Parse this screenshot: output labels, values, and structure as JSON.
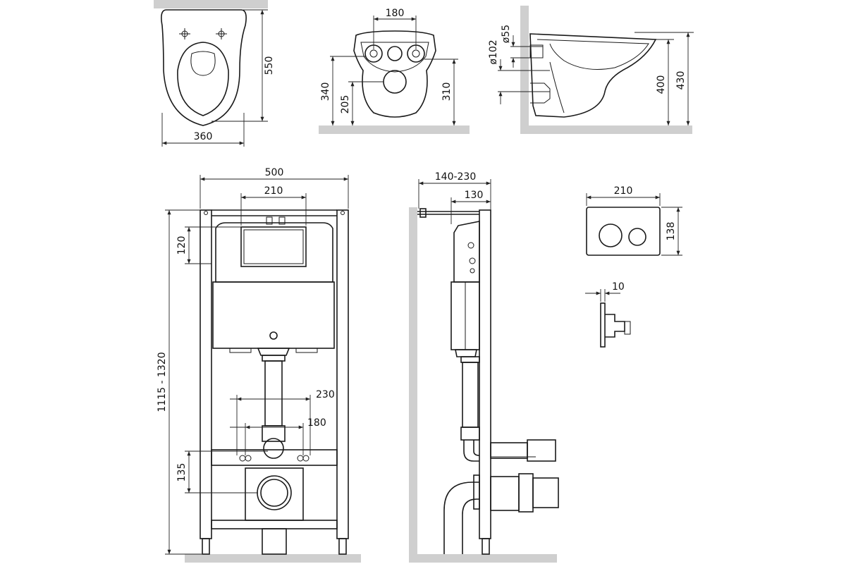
{
  "views": {
    "bowl_top": {
      "width": "360",
      "length": "550"
    },
    "bowl_rear": {
      "hole_spacing": "180",
      "outlet_height": "205",
      "fix_height": "340",
      "inlet_height": "310"
    },
    "bowl_side": {
      "pipe_diameter": "ø55",
      "outlet_diameter": "ø102",
      "height_400": "400",
      "height_430": "430"
    },
    "frame_front": {
      "width": "500",
      "panel_width": "210",
      "panel_offset": "120",
      "height_range": "1115 - 1320",
      "stud_230": "230",
      "stud_180": "180",
      "outlet_135": "135"
    },
    "frame_side": {
      "depth_range": "140-230",
      "depth": "130"
    },
    "flush_plate": {
      "width": "210",
      "height": "138",
      "thickness": "10"
    }
  },
  "colors": {
    "ground": "#cfcfcf",
    "line": "#1a1a1a"
  }
}
